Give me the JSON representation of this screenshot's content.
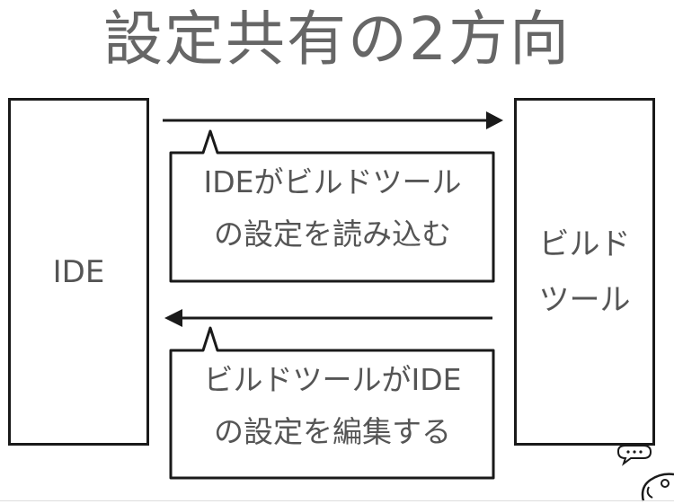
{
  "title": "設定共有の2方向",
  "boxes": {
    "left": {
      "label": "IDE"
    },
    "right": {
      "label_lines": [
        "ビルド",
        "ツール"
      ]
    }
  },
  "flows": [
    {
      "direction": "IDE → ビルドツール",
      "caption_lines": [
        "IDEがビルドツール",
        "の設定を読み込む"
      ]
    },
    {
      "direction": "ビルドツール → IDE",
      "caption_lines": [
        "ビルドツールがIDE",
        "の設定を編集する"
      ]
    }
  ],
  "colors": {
    "stroke": "#1a1a1a",
    "text": "#555555",
    "title": "#666666"
  },
  "icons": {
    "mascot": "speech-bubble-character-icon"
  }
}
